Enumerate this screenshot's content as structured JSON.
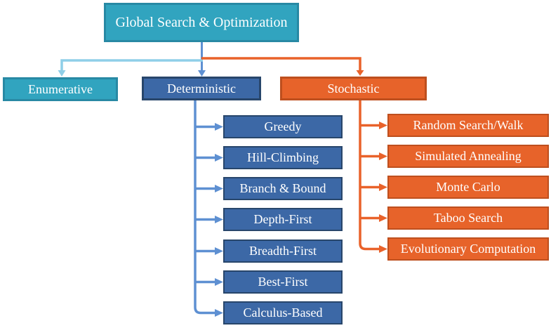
{
  "root": {
    "label": "Global Search & Optimization"
  },
  "branches": [
    {
      "label": "Enumerative",
      "children": []
    },
    {
      "label": "Deterministic",
      "children": [
        "Greedy",
        "Hill-Climbing",
        "Branch & Bound",
        "Depth-First",
        "Breadth-First",
        "Best-First",
        "Calculus-Based"
      ]
    },
    {
      "label": "Stochastic",
      "children": [
        "Random Search/Walk",
        "Simulated Annealing",
        "Monte Carlo",
        "Taboo Search",
        "Evolutionary Computation"
      ]
    }
  ],
  "colors": {
    "teal_fill": "#31A4BF",
    "teal_border": "#2889A4",
    "blue_fill": "#3C68A6",
    "blue_border": "#28466B",
    "orange_fill": "#E7632A",
    "orange_border": "#BE4F1E",
    "conn_blue": "#5E90D2",
    "conn_cyan": "#8FCFE8",
    "conn_orange": "#E9622A"
  }
}
